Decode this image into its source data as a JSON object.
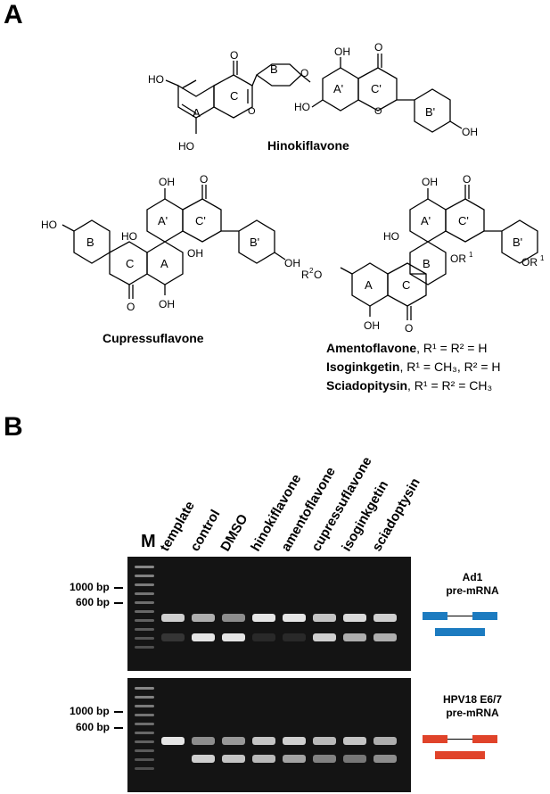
{
  "panelA": {
    "letter": "A",
    "hinokiflavone": {
      "name": "Hinokiflavone",
      "rings": [
        "A",
        "C",
        "B",
        "A'",
        "C'",
        "B'"
      ],
      "substituents": {
        "oh": "OH",
        "ho": "HO",
        "o": "O"
      }
    },
    "cupressuflavone": {
      "name": "Cupressuflavone",
      "rings": [
        "A'",
        "C'",
        "B'",
        "B",
        "C",
        "A"
      ]
    },
    "amentoflavone_group": {
      "rings": [
        "A'",
        "C'",
        "B'",
        "B",
        "A",
        "C"
      ],
      "or1": "OR",
      "r2o": "R",
      "entries": [
        {
          "name": "Amentoflavone",
          "rest": ", R",
          "formula": "¹ = R² = H"
        },
        {
          "name": "Isoginkgetin",
          "rest": ", R",
          "formula": "¹ = CH₃, R² = H"
        },
        {
          "name": "Sciadopitysin",
          "rest": ", R",
          "formula": "¹ = R²  = CH₃"
        }
      ]
    }
  },
  "panelB": {
    "letter": "B",
    "marker_label": "M",
    "lanes": [
      "template",
      "control",
      "DMSO",
      "hinokiflavone",
      "amentoflavone",
      "cupressuflavone",
      "isoginkgetin",
      "sciadoptysin"
    ],
    "gels": [
      {
        "title_line1": "Ad1",
        "title_line2": "pre-mRNA",
        "bp_labels": [
          "1000 bp",
          "600 bp"
        ],
        "exon_color": "#1c7bc0",
        "unspliced_intensity": [
          0.85,
          0.7,
          0.55,
          0.95,
          0.95,
          0.8,
          0.9,
          0.85
        ],
        "spliced_intensity": [
          0.15,
          0.95,
          0.95,
          0.1,
          0.1,
          0.85,
          0.7,
          0.7
        ]
      },
      {
        "title_line1": "HPV18 E6/7",
        "title_line2": "pre-mRNA",
        "bp_labels": [
          "1000 bp",
          "600 bp"
        ],
        "exon_color": "#e0432a",
        "unspliced_intensity": [
          0.95,
          0.55,
          0.6,
          0.8,
          0.85,
          0.75,
          0.8,
          0.7
        ],
        "spliced_intensity": [
          0.0,
          0.85,
          0.8,
          0.75,
          0.65,
          0.5,
          0.45,
          0.55
        ]
      }
    ]
  }
}
